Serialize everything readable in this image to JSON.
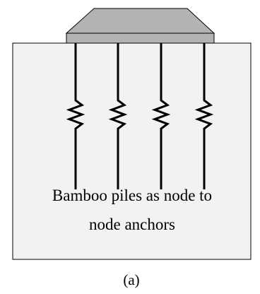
{
  "diagram": {
    "caption_line1": "Bamboo piles as node to",
    "caption_line2": "node anchors",
    "panel_label": "(a)",
    "pile_count": 4
  },
  "colors": {
    "soil_fill": "#f2f2f2",
    "cap_fill": "#b3b3b3",
    "outline": "#000000"
  }
}
